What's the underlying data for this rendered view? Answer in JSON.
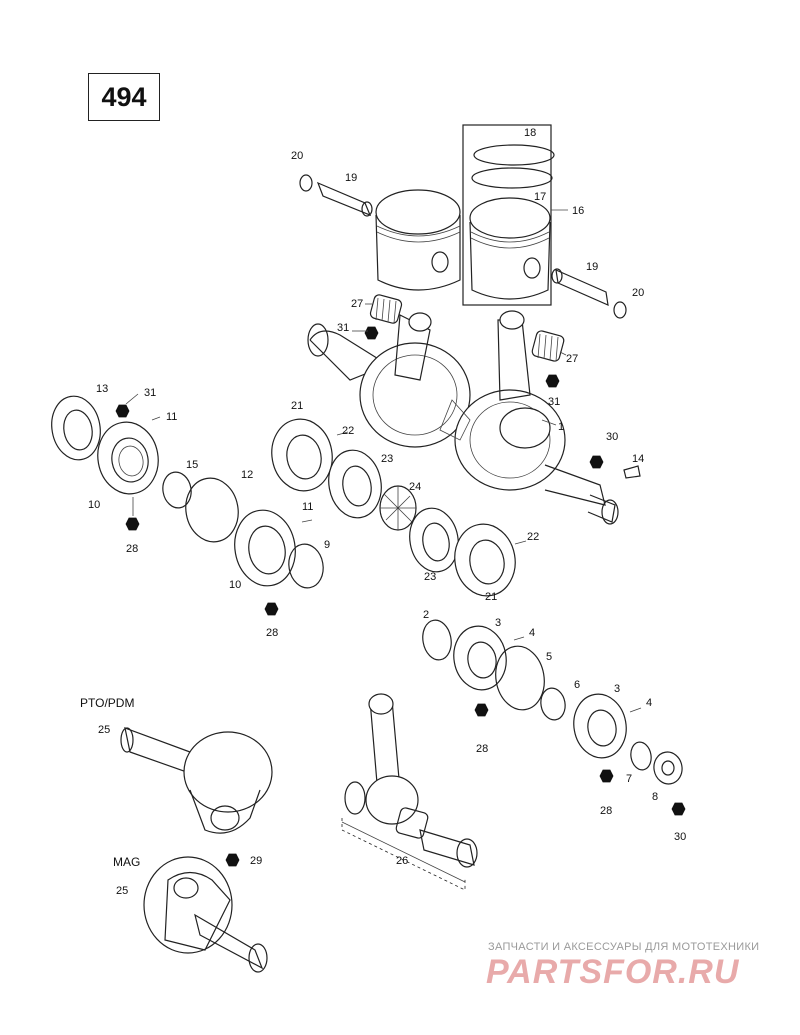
{
  "page_number": "494",
  "labels": {
    "l20a": "20",
    "l19a": "19",
    "l18": "18",
    "l17": "17",
    "l16": "16",
    "l19b": "19",
    "l20b": "20",
    "l27a": "27",
    "l31a": "31",
    "l27b": "27",
    "l31b": "31",
    "l1": "1",
    "l13": "13",
    "l31c": "31",
    "l11a": "11",
    "l21a": "21",
    "l22a": "22",
    "l30a": "30",
    "l14": "14",
    "l15": "15",
    "l12": "12",
    "l23a": "23",
    "l24": "24",
    "l10a": "10",
    "l28a": "28",
    "l11b": "11",
    "l9": "9",
    "l22b": "22",
    "l10b": "10",
    "l23b": "23",
    "l21b": "21",
    "l28b": "28",
    "l2": "2",
    "l3a": "3",
    "l4a": "4",
    "l5": "5",
    "l6": "6",
    "l3b": "3",
    "l4b": "4",
    "l28c": "28",
    "l7": "7",
    "l8": "8",
    "l28d": "28",
    "l30b": "30",
    "l25a": "25",
    "l29": "29",
    "l25b": "25",
    "l26": "26"
  },
  "sections": {
    "pto": "PTO/PDM",
    "mag": "MAG"
  },
  "watermark": {
    "tagline": "ЗАПЧАСТИ И АКСЕССУАРЫ ДЛЯ МОТОТЕХНИКИ",
    "logo": "PARTSFOR.RU"
  }
}
